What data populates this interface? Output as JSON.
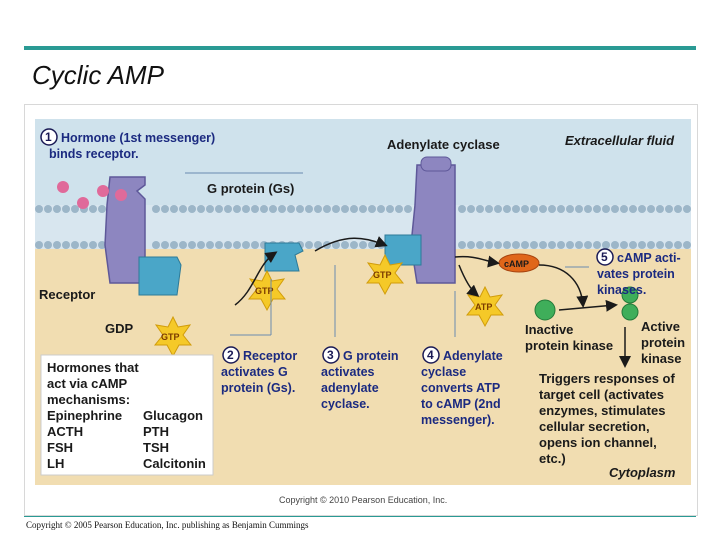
{
  "slide": {
    "title": "Cyclic AMP",
    "footer": "Copyright © 2005 Pearson Education, Inc. publishing as Benjamin Cummings"
  },
  "figure": {
    "copyright": "Copyright © 2010 Pearson Education, Inc.",
    "region_top": "Extracellular fluid",
    "region_bottom": "Cytoplasm",
    "step1": {
      "num": "1",
      "lines": [
        "Hormone (1st messenger)",
        "binds receptor."
      ]
    },
    "g_protein": "G protein (Gs)",
    "adenylate_cyclase": "Adenylate cyclase",
    "receptor": "Receptor",
    "gdp": "GDP",
    "gtp": "GTP",
    "atp": "ATP",
    "camp": "cAMP",
    "step2": {
      "num": "2",
      "lines": [
        "Receptor",
        "activates G",
        "protein (Gs)."
      ]
    },
    "step3": {
      "num": "3",
      "lines": [
        "G protein",
        "activates",
        "adenylate",
        "cyclase."
      ]
    },
    "step4": {
      "num": "4",
      "lines": [
        "Adenylate",
        "cyclase",
        "converts ATP",
        "to cAMP (2nd",
        "messenger)."
      ]
    },
    "step5": {
      "num": "5",
      "lines": [
        "cAMP acti-",
        "vates protein",
        "kinases."
      ]
    },
    "inactive_kinase": [
      "Inactive",
      "protein kinase"
    ],
    "active_kinase": [
      "Active",
      "protein",
      "kinase"
    ],
    "triggers": [
      "Triggers responses of",
      "target cell (activates",
      "enzymes, stimulates",
      "cellular secretion,",
      "opens ion channel,",
      "etc.)"
    ],
    "hormones_box": {
      "heading": [
        "Hormones that",
        "act via cAMP",
        "mechanisms:"
      ],
      "left": [
        "Epinephrine",
        "ACTH",
        "FSH",
        "LH"
      ],
      "right": [
        "Glucagon",
        "PTH",
        "TSH",
        "Calcitonin"
      ]
    },
    "colors": {
      "extracellular": "#cfe2ec",
      "cytoplasm": "#f1ddb1",
      "membrane": "#9cb6c8",
      "protein": "#8d86c0",
      "gprotein": "#4aa6c8",
      "gtp_star": "#f5c928",
      "camp": "#e0661a",
      "hormone": "#e06a9a",
      "kinase": "#3fae5a",
      "label_blue": "#1b2a80"
    }
  }
}
